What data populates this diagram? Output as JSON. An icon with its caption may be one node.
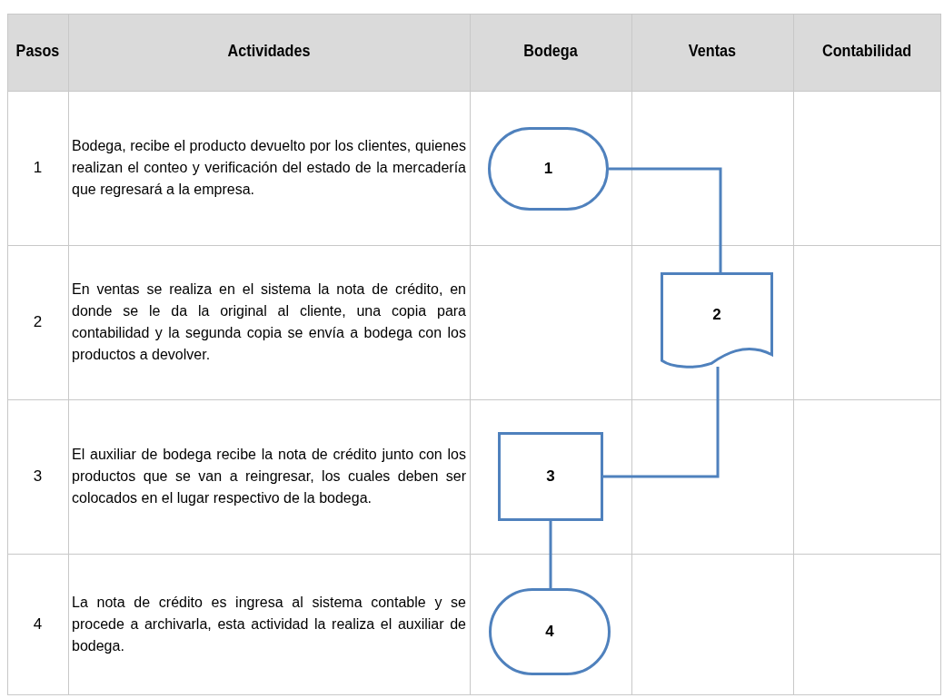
{
  "diagram": {
    "nodes": [
      {
        "text": [
          "1"
        ]
      },
      {
        "text": [
          "2"
        ]
      },
      {
        "text": [
          "3"
        ]
      },
      {
        "text": [
          "4"
        ]
      }
    ],
    "edges": [
      {
        "from": 0,
        "to": 1,
        "arrow": "none"
      },
      {
        "from": 1,
        "to": 2,
        "arrow": "none"
      },
      {
        "from": 2,
        "to": 3,
        "arrow": "none"
      }
    ],
    "labels": [
      "Pasos",
      "Actividades",
      "Bodega",
      "Ventas",
      "Contabilidad",
      "1",
      "Bodega, recibe el producto devuelto por los clientes, quienes realizan el conteo y verificación del estado de la mercadería que regresará a la empresa.",
      "2",
      "En ventas se realiza en el sistema la nota de crédito,  en donde se le da la original al cliente, una copia para contabilidad y la segunda copia se envía a bodega con los productos a devolver.",
      "3",
      "El auxiliar de bodega recibe la nota de crédito junto con los productos que se van a reingresar, los cuales deben ser colocados en el lugar respectivo de la bodega.",
      "4",
      "La nota de crédito es ingresa al sistema contable y se procede a archivarla, esta actividad la realiza el auxiliar de bodega."
    ]
  }
}
